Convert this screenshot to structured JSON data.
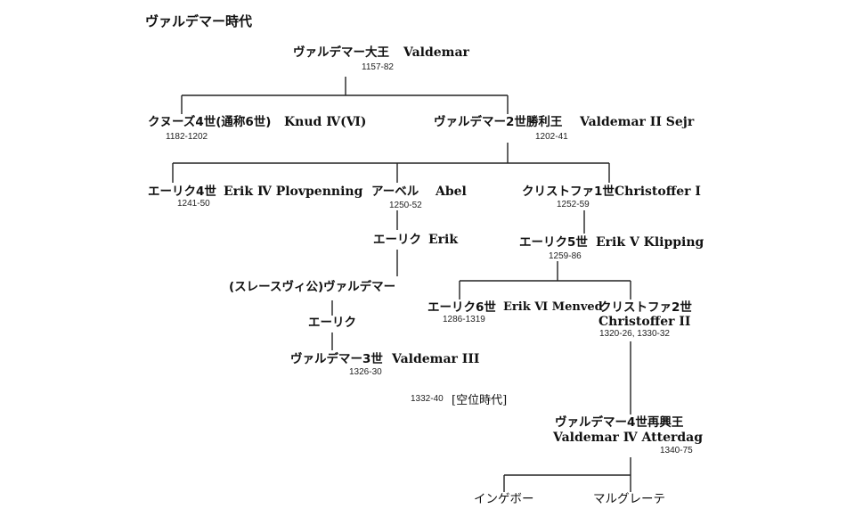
{
  "title": "ヴァルデマー時代",
  "nodes": {
    "valdemar_great": {
      "jp": "ヴァルデマー大王",
      "en": "Valdemar",
      "years": "1157-82"
    },
    "knud": {
      "jp": "クヌーズ4世(通称6世)",
      "en": "Knud Ⅳ(Ⅵ)",
      "years": "1182-1202"
    },
    "valdemar2": {
      "jp": "ヴァルデマー2世勝利王",
      "en": "Valdemar II Sejr",
      "years": "1202-41"
    },
    "erik4": {
      "jp": "エーリク4世",
      "en": "Erik Ⅳ Plovpenning",
      "years": "1241-50"
    },
    "abel": {
      "jp": "アーベル",
      "en": "Abel",
      "years": "1250-52"
    },
    "christoffer1": {
      "jp": "クリストファ1世",
      "en": "Christoffer Ⅰ",
      "years": "1252-59"
    },
    "erik_abel": {
      "jp": "エーリク",
      "en": "Erik"
    },
    "erik5": {
      "jp": "エーリク5世",
      "en": "Erik Ⅴ Klipping",
      "years": "1259-86"
    },
    "valdemar_slesvig": {
      "jp": "(スレースヴィ公)ヴァルデマー"
    },
    "erik_slesvig": {
      "jp": "エーリク"
    },
    "valdemar3": {
      "jp": "ヴァルデマー3世",
      "en": "Valdemar III",
      "years": "1326-30"
    },
    "erik6": {
      "jp": "エーリク6世",
      "en": "Erik Ⅵ Menved",
      "years": "1286-1319"
    },
    "christoffer2": {
      "jp": "クリストファ2世",
      "en": "Christoffer II",
      "years": "1320-26, 1330-32"
    },
    "interregnum": {
      "years": "1332-40",
      "label": "[空位時代]"
    },
    "valdemar4": {
      "jp": "ヴァルデマー4世再興王",
      "en": "Valdemar Ⅳ Atterdag",
      "years": "1340-75"
    },
    "ingeborg": {
      "jp": "インゲボー"
    },
    "margrete": {
      "jp": "マルグレーテ"
    }
  }
}
